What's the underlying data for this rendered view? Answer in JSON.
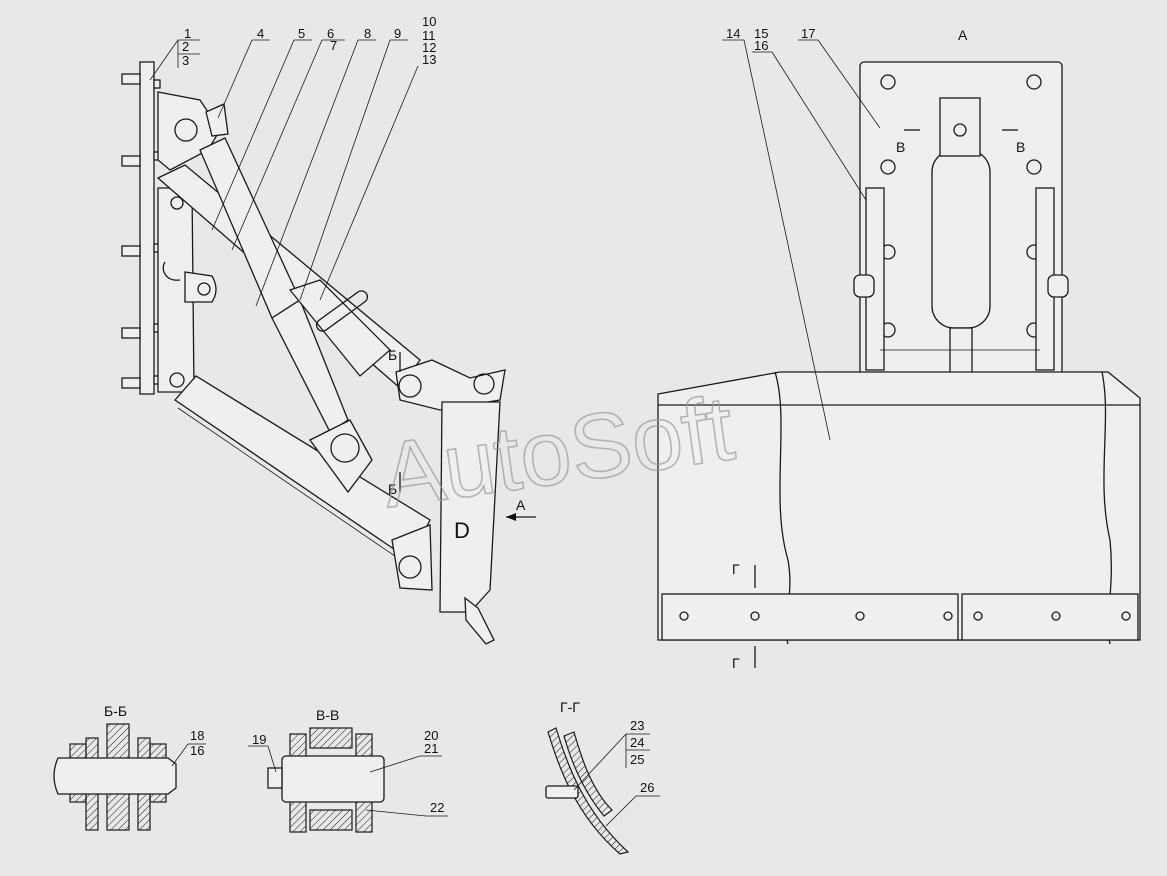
{
  "watermark": "AutoSoft",
  "callouts": {
    "c1": "1",
    "c2": "2",
    "c3": "3",
    "c4": "4",
    "c5": "5",
    "c6": "6",
    "c7": "7",
    "c8": "8",
    "c9": "9",
    "c10": "10",
    "c11": "11",
    "c12": "12",
    "c13": "13",
    "c14": "14",
    "c15": "15",
    "c16": "16",
    "c17": "17",
    "c18": "18",
    "c16b": "16",
    "c19": "19",
    "c20": "20",
    "c21": "21",
    "c22": "22",
    "c23": "23",
    "c24": "24",
    "c25": "25",
    "c26": "26"
  },
  "view_labels": {
    "view_a": "А",
    "arrow_a": "А",
    "section_b_top": "Б",
    "section_b_bottom": "Б",
    "section_v_left": "В",
    "section_v_right": "В",
    "section_g_top": "Г",
    "section_g_bottom": "Г",
    "section_bb": "Б-Б",
    "section_vv": "В-В",
    "section_gg": "Г-Г"
  },
  "mark_d": "D"
}
